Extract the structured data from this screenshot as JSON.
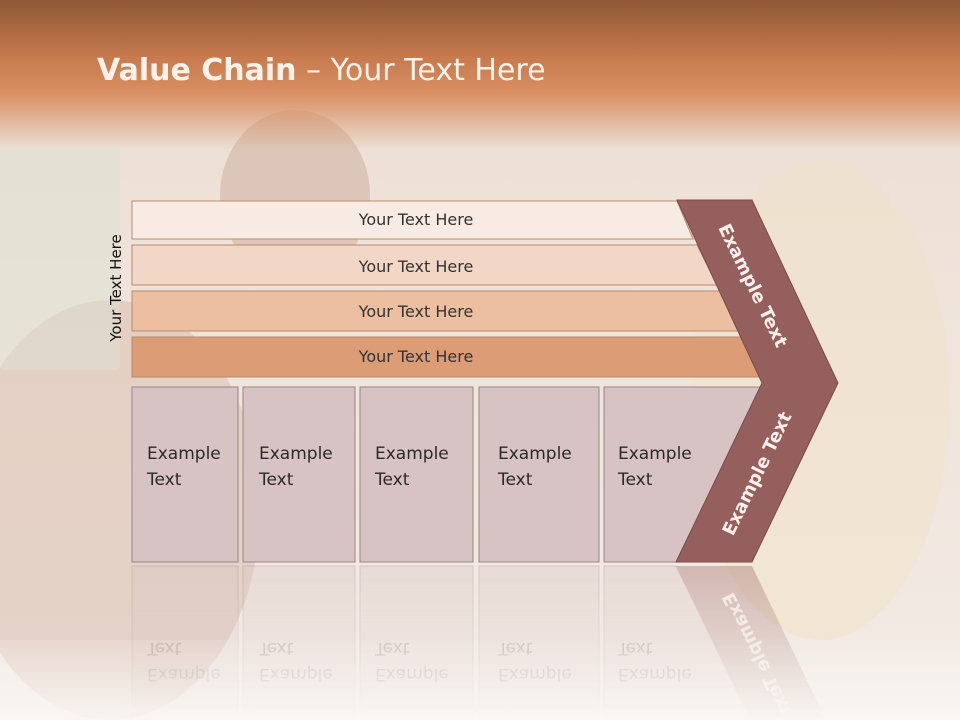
{
  "slide": {
    "title_bold": "Value Chain",
    "title_rest": " – Your Text Here",
    "vertical_label": "Your Text Here",
    "bars": [
      {
        "label": "Your Text Here",
        "color": "#f8ebe4"
      },
      {
        "label": "Your Text Here",
        "color": "#f3d7c6"
      },
      {
        "label": "Your Text Here",
        "color": "#ebbf9f"
      },
      {
        "label": "Your Text Here",
        "color": "#dc9d76"
      }
    ],
    "boxes": [
      {
        "line1": "Example",
        "line2": "Text"
      },
      {
        "line1": "Example",
        "line2": "Text"
      },
      {
        "line1": "Example",
        "line2": "Text"
      },
      {
        "line1": "Example",
        "line2": "Text"
      },
      {
        "line1": "Example",
        "line2": "Text"
      }
    ],
    "arrow_top_text": "Example Text",
    "arrow_bottom_text": "Example Text",
    "colors": {
      "header": "#c67a4d",
      "box_fill": "#d7c3c4",
      "arrow_fill": "#955f5e",
      "bar_stroke": "#b98a72"
    }
  }
}
